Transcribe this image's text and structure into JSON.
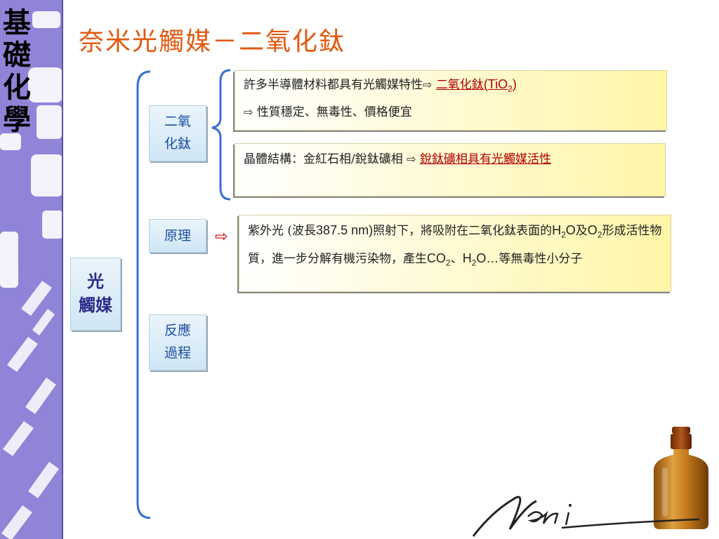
{
  "side_title": [
    "基",
    "礎",
    "化",
    "學"
  ],
  "title": "奈米光觸媒－二氧化鈦",
  "labels": {
    "main": [
      "光",
      "觸媒"
    ],
    "tio2": [
      "二氧",
      "化鈦"
    ],
    "principle": "原理",
    "reaction": [
      "反應",
      "過程"
    ]
  },
  "box1": {
    "line1_text": "許多半導體材料都具有光觸媒特性",
    "arrow": "⇨",
    "line1_link_a": "二氧化鈦",
    "line1_link_b": "(TiO",
    "line1_link_sub": "2",
    "line1_link_c": ")",
    "line2_text": "性質穩定、無毒性、價格便宜"
  },
  "box2": {
    "text": "晶體結構：金紅石相/銳鈦礦相 ",
    "arrow": "⇨",
    "link": "銳鈦礦相具有光觸媒活性"
  },
  "box3": {
    "p1": "紫外光 (波長",
    "p2": "387.5 nm)",
    "p3": "照射下，將吸附在二氧化鈦表面的",
    "h": "H",
    "sub2": "2",
    "o": "O",
    "p4": "及",
    "o2": "O",
    "p5": "形成活性物質，進一步分解有機污染物，產生",
    "co": "CO",
    "p6": "、",
    "p7": "O…",
    "p8": "等無毒性小分子"
  },
  "arrow_red": "⇨",
  "colors": {
    "title": "#e05a10",
    "strip": "#8f84d8",
    "label_text": "#1f4fa0",
    "bracket": "#3a6fd0",
    "link": "#b00000"
  }
}
